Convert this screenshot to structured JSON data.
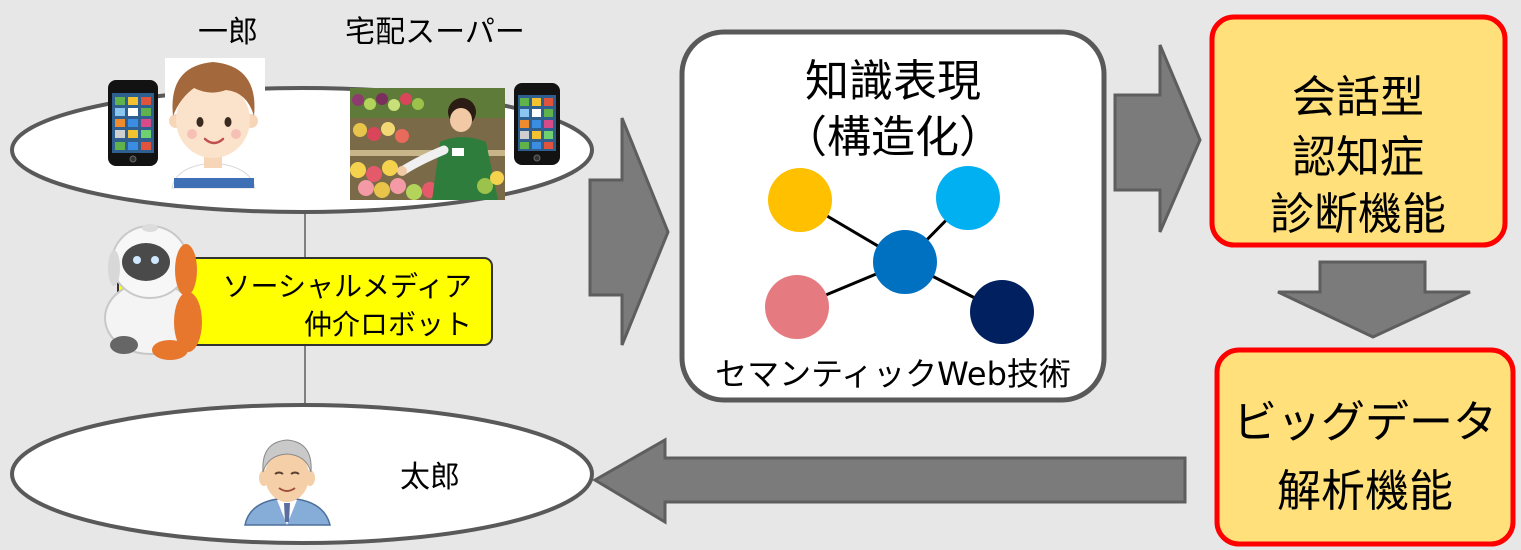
{
  "top_group": {
    "person_label": "一郎",
    "store_label": "宅配スーパー"
  },
  "robot_label": {
    "line1": "ソーシャルメディア",
    "line2": "仲介ロボット"
  },
  "bottom_group": {
    "person_label": "太郎"
  },
  "knowledge_box": {
    "title": "知識表現",
    "subtitle": "（構造化）",
    "caption": "セマンティックWeb技術"
  },
  "diagnosis_box": {
    "lines": [
      "会話型",
      "認知症",
      "診断機能"
    ]
  },
  "analysis_box": {
    "lines": [
      "ビッグデータ",
      "解析機能"
    ]
  },
  "colors": {
    "background": "#e7e7e7",
    "arrow": "#7b7b7b",
    "robot_label_fill": "#ffff00",
    "function_box_fill": "#ffe07a",
    "function_box_border": "#ff0000",
    "node_center": "#0070c0",
    "node_top_left": "#ffc000",
    "node_top_right": "#00b0f0",
    "node_bottom_left": "#e57b80",
    "node_bottom_right": "#002060"
  },
  "icons": {
    "left_phone": "smartphone-icon",
    "ichiro": "boy-avatar-icon",
    "store": "grocery-store-photo",
    "right_phone": "smartphone-icon",
    "robot": "robot-icon",
    "taro": "elderly-man-avatar-icon"
  }
}
